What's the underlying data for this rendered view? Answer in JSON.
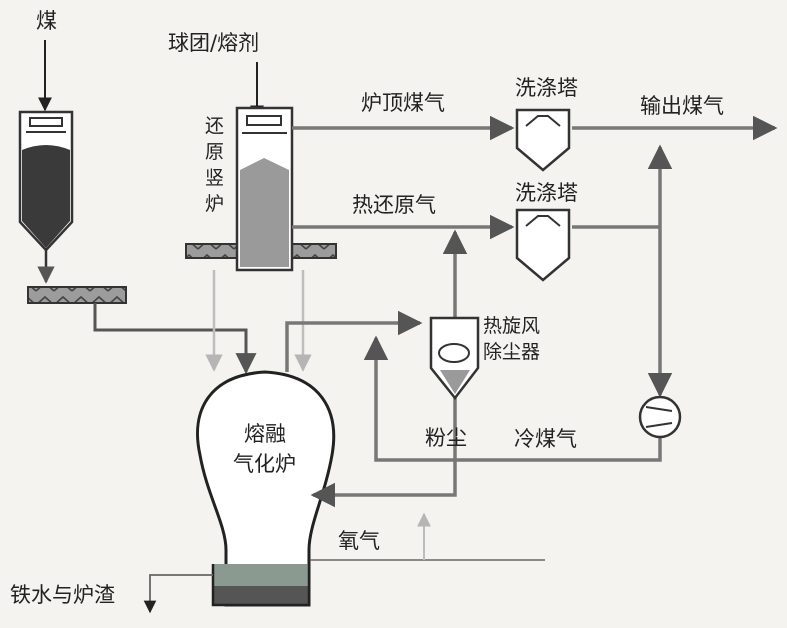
{
  "labels": {
    "coal": "煤",
    "pellet_flux": "球团/熔剂",
    "reduction_shaft": "还原竖炉",
    "top_gas": "炉顶煤气",
    "scrubber_1": "洗涤塔",
    "export_gas": "输出煤气",
    "hot_reducing_gas": "热还原气",
    "scrubber_2": "洗涤塔",
    "hot_cyclone": "热旋风除尘器",
    "melter_gasifier": "熔融气化炉",
    "dust": "粉尘",
    "cold_gas": "冷煤气",
    "oxygen": "氧气",
    "hot_metal_slag": "铁水与炉渣"
  },
  "colors": {
    "pipe": "#777777",
    "coal_fill": "#3a3a3a",
    "ore_fill": "#9a9a9a",
    "slag": "#8a9a90",
    "metal": "#555555",
    "light_arrow": "#bdbdbd",
    "hatch": "#8a8a8a"
  }
}
